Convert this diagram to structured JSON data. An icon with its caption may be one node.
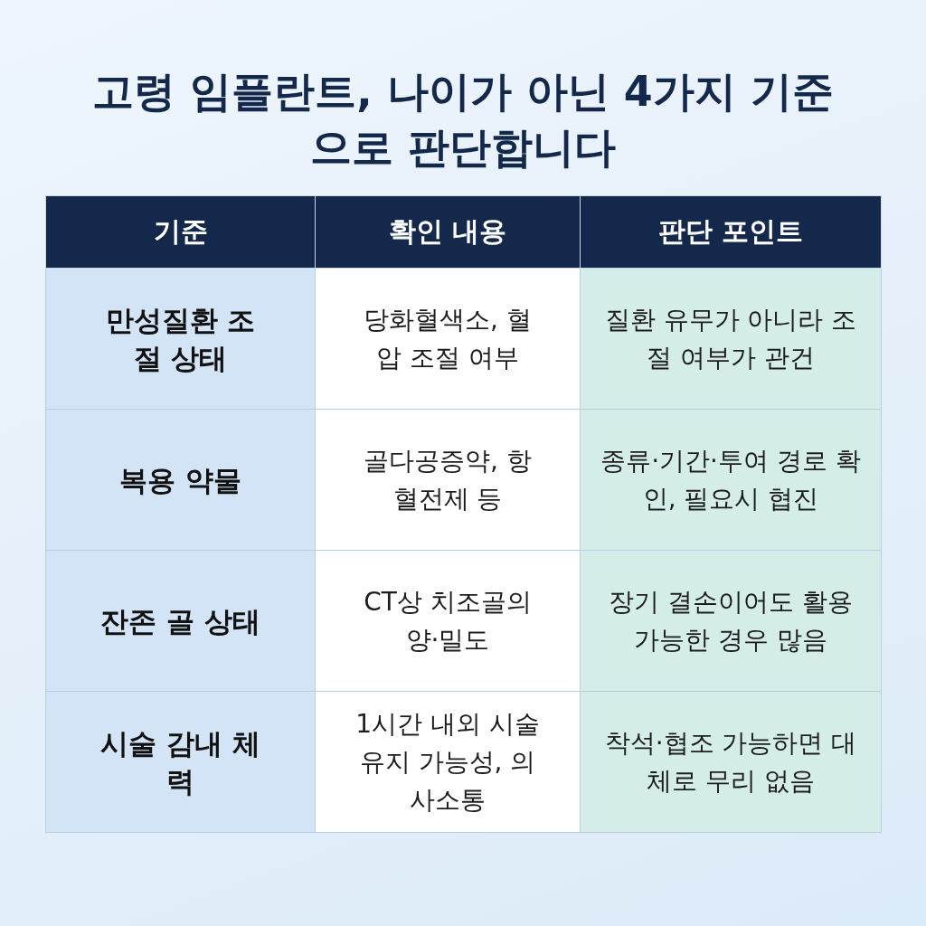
{
  "diagram": {
    "title": "고령 임플란트, 나이가 아닌 4가지 기준으로 판단합니다",
    "labels": [
      "기준",
      "확인 내용",
      "판단 포인트",
      "만성질환 조절 상태",
      "당화혈색소, 혈압 조절 여부",
      "질환 유무가 아니라 조절 여부가 관건",
      "복용 약물",
      "골다공증약, 항혈전제 등",
      "종류·기간·투여 경로 확인, 필요시 협진",
      "잔존 골 상태",
      "CT상 치조골의 양·밀도",
      "장기 결손이어도 활용 가능한 경우 많음",
      "시술 감내 체력",
      "1시간 내외 시술 유지 가능성, 의사소통",
      "착석·협조 가능하면 대체로 무리 없음"
    ]
  }
}
